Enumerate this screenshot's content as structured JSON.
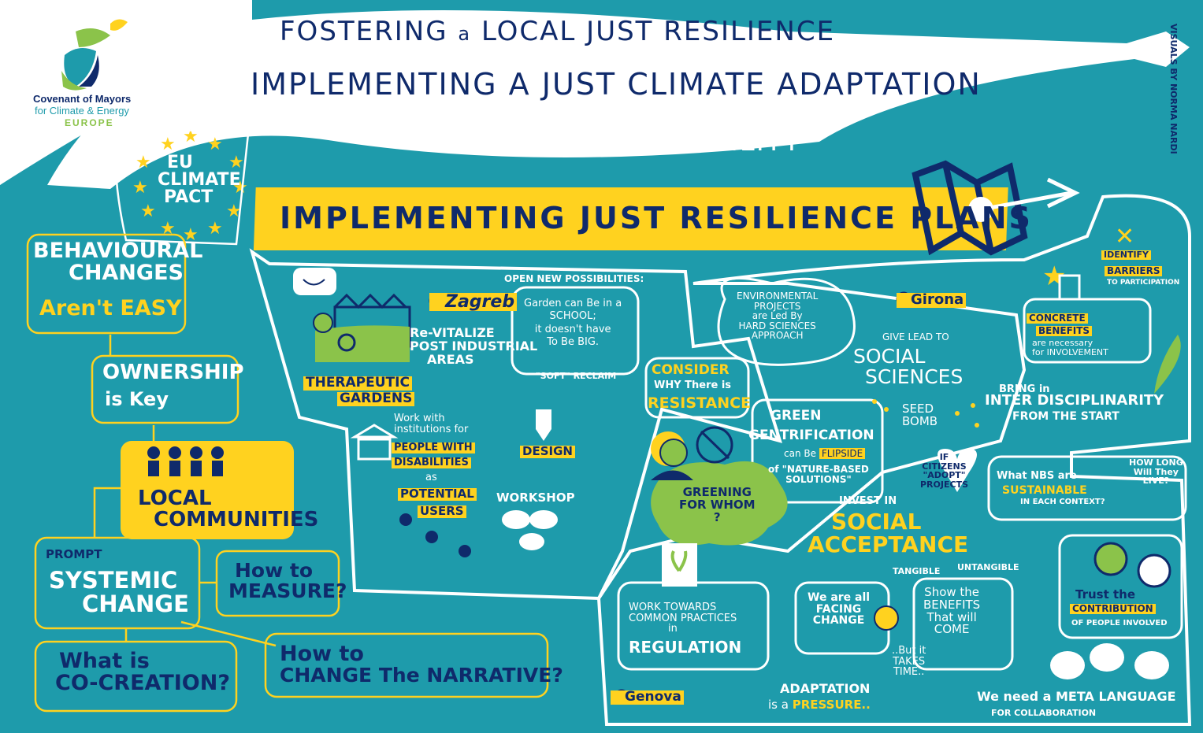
{
  "logo": {
    "line1": "Covenant of Mayors",
    "line2": "for Climate & Energy",
    "line3": "EUROPE"
  },
  "title": {
    "line1a": "FOSTERING",
    "line1b": "a",
    "line1c": "LOCAL JUST RESILIENCE",
    "line2": "IMPLEMENTING A JUST CLIMATE ADAPTATION",
    "line3": "POLICY SUPPORT FACILITY"
  },
  "credit": "VISUALS BY NORMA NARDI",
  "banner": "IMPLEMENTING JUST RESILIENCE PLANS",
  "left": {
    "pact": [
      "EU",
      "CLIMATE",
      "PACT"
    ],
    "behavioural": [
      "BEHAVIOURAL",
      "CHANGES"
    ],
    "behavioural_sub": "Aren't EASY",
    "ownership": "OWNERSHIP",
    "ownership_sub": "is Key",
    "local": [
      "LOCAL",
      "COMMUNITIES"
    ],
    "prompt": "PROMPT",
    "systemic": [
      "SYSTEMIC",
      "CHANGE"
    ],
    "measure": [
      "How to",
      "MEASURE?"
    ],
    "cocreation": [
      "What is",
      "CO-CREATION?"
    ],
    "narrative": [
      "How to",
      "CHANGE The NARRATIVE?"
    ]
  },
  "zagreb": {
    "city": "Zagreb",
    "open": "OPEN NEW POSSIBILITIES:",
    "revitalize": [
      "Re-VITALIZE",
      "POST INDUSTRIAL",
      "AREAS"
    ],
    "garden_school": [
      "Garden can Be in a",
      "SCHOOL;",
      "it doesn't have",
      "To Be BIG."
    ],
    "soft": "\"SOFT\" RECLAIM",
    "therapeutic": "THERAPEUTIC",
    "gardens": "GARDENS",
    "work_with": [
      "Work with",
      "institutions for"
    ],
    "people": "PEOPLE WITH",
    "disabilities": "DISABILITIES",
    "as": "as",
    "potential": "POTENTIAL",
    "users": "USERS",
    "design": "DESIGN",
    "workshop": "WORKSHOP"
  },
  "girona": {
    "city": "Girona",
    "env": [
      "ENVIRONMENTAL",
      "PROJECTS",
      "are Led By",
      "HARD SCIENCES",
      "APPROACH"
    ],
    "give": "GIVE LEAD TO",
    "social_sci": [
      "SOCIAL",
      "SCIENCES"
    ],
    "seed": [
      "SEED",
      "BOMB"
    ],
    "consider": "CONSIDER",
    "why": "WHY There is",
    "resistance": "RESISTANCE",
    "green": "GREEN",
    "gentrification": "GENTRIFICATION",
    "can_be": "can Be",
    "flipside": "FLIPSIDE",
    "of_nbs": [
      "of \"NATURE-BASED",
      "SOLUTIONS\""
    ],
    "greening": [
      "GREENING",
      "FOR WHOM",
      "?"
    ],
    "bring": "BRING in",
    "inter": "INTER DISCIPLINARITY",
    "from": "FROM THE START"
  },
  "right": {
    "identify": "IDENTIFY",
    "barriers": "BARRIERS",
    "to_part": "TO PARTICIPATION",
    "concrete": "CONCRETE",
    "benefits": "BENEFITS",
    "necessary": [
      "are necessary",
      "for INVOLVEMENT"
    ],
    "citizens": [
      "IF",
      "CITIZENS",
      "\"ADOPT\"",
      "PROJECTS"
    ],
    "what_nbs": "What NBS are",
    "sustainable": "SUSTAINABLE",
    "each": "IN EACH CONTEXT?",
    "how_long": [
      "HOW LONG",
      "Will They",
      "LIVE?"
    ],
    "invest": "INVEST IN",
    "social_acc": [
      "SOCIAL",
      "ACCEPTANCE"
    ],
    "work_towards": [
      "WORK TOWARDS",
      "COMMON PRACTICES",
      "in"
    ],
    "regulation": "REGULATION",
    "tangible": "TANGIBLE",
    "untangible": "UNTANGIBLE",
    "facing": [
      "We are all",
      "FACING",
      "CHANGE"
    ],
    "show": [
      "Show the",
      "BENEFITS",
      "That will",
      "COME"
    ],
    "takes": [
      "..But it",
      "TAKES",
      "TIME.."
    ],
    "trust": "Trust the",
    "contribution": "CONTRIBUTION",
    "people_inv": "OF PEOPLE INVOLVED",
    "genova": "Genova",
    "adaptation": "ADAPTATION",
    "pressure_a": "is a",
    "pressure_b": "PRESSURE..",
    "meta": "We need a META LANGUAGE",
    "collab": "FOR COLLABORATION"
  },
  "colors": {
    "teal": "#1e9bab",
    "navy": "#0f2a6b",
    "yellow": "#ffd21f",
    "green": "#8bc34a",
    "white": "#ffffff"
  }
}
